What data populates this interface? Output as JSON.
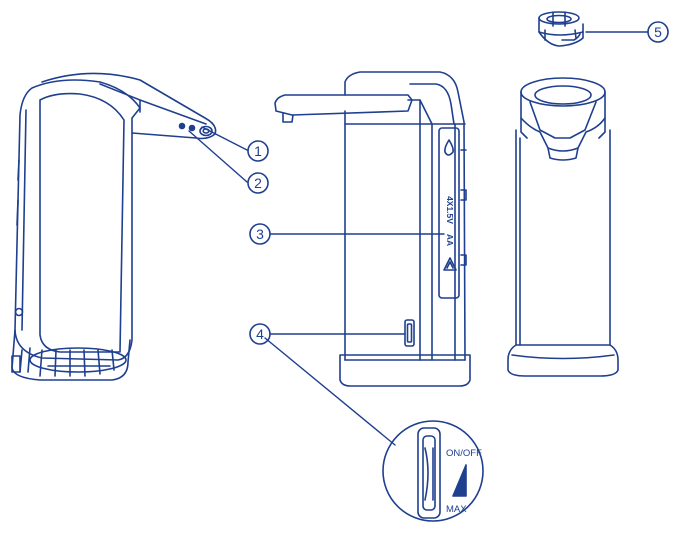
{
  "callouts": [
    {
      "number": "1"
    },
    {
      "number": "2"
    },
    {
      "number": "3"
    },
    {
      "number": "4"
    },
    {
      "number": "5"
    }
  ],
  "battery_label": "4X1.5V",
  "battery_type": "AA",
  "switch": {
    "on_off_label": "ON/OFF",
    "max_label": "MAX"
  },
  "colors": {
    "line": "#1f3f8f",
    "background": "#ffffff"
  }
}
